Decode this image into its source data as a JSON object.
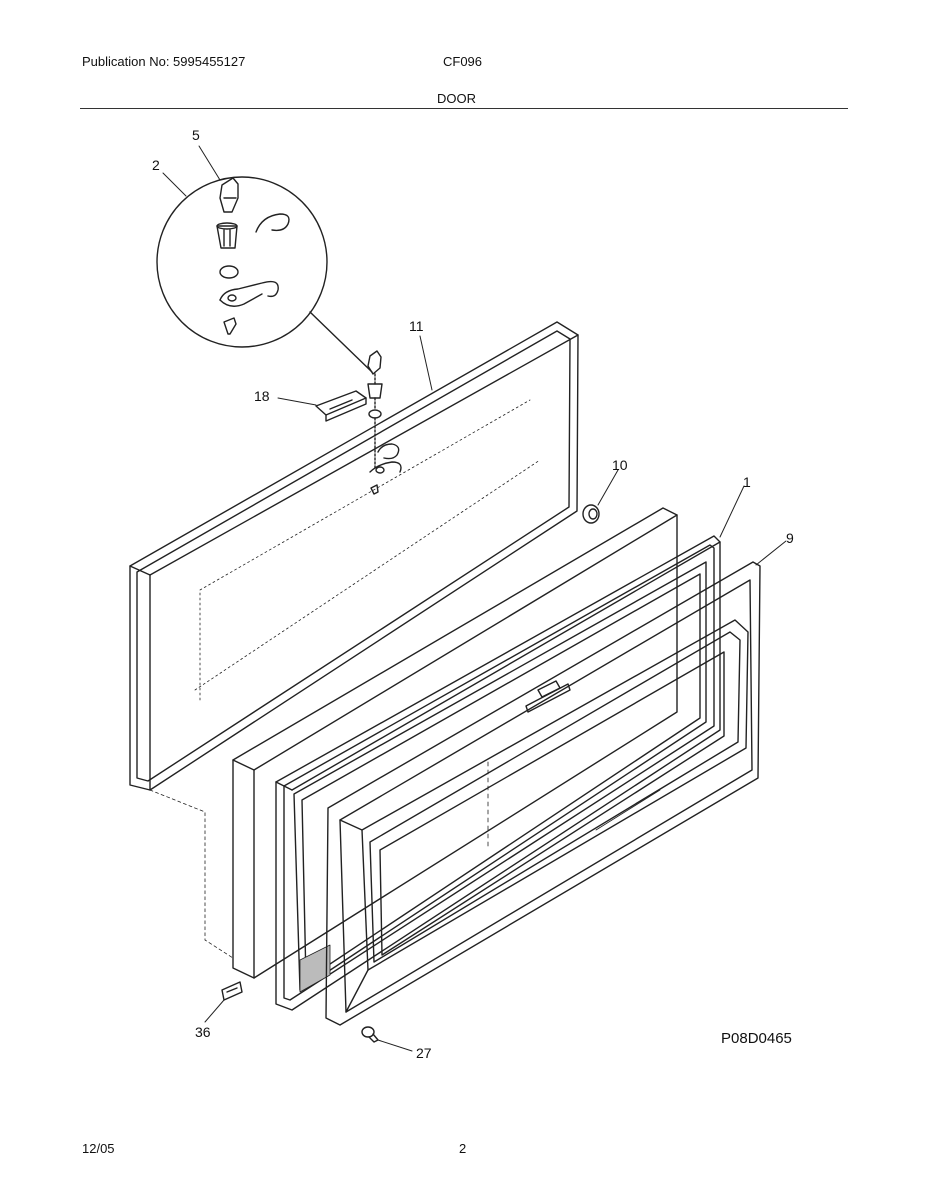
{
  "header": {
    "publication": "Publication No: 5995455127",
    "model": "CF096",
    "section": "DOOR"
  },
  "diagram": {
    "reference_code": "P08D0465",
    "callouts": {
      "c1": "1",
      "c2": "2",
      "c5": "5",
      "c9": "9",
      "c10": "10",
      "c11": "11",
      "c18": "18",
      "c27": "27",
      "c36": "36"
    }
  },
  "footer": {
    "date": "12/05",
    "page": "2"
  }
}
